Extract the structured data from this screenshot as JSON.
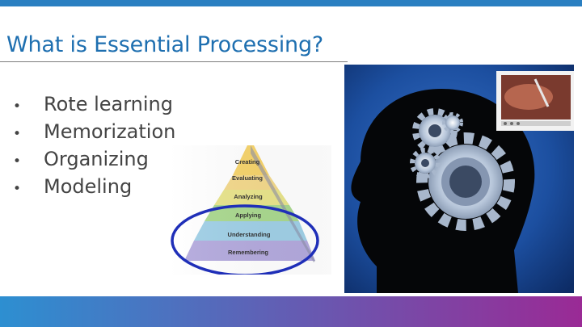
{
  "slide": {
    "title": "What is Essential Processing?",
    "bullets": [
      "Rote learning",
      "Memorization",
      "Organizing",
      "Modeling"
    ],
    "bullet_glyph": "•"
  },
  "pyramid": {
    "levels": [
      "Creating",
      "Evaluating",
      "Analyzing",
      "Applying",
      "Understanding",
      "Remembering"
    ],
    "highlight_levels": [
      "Understanding",
      "Remembering"
    ],
    "highlight_color": "#1f2fb8"
  },
  "colors": {
    "top_bar": "#2a7fc1",
    "title": "#1e6fb0",
    "bottom_gradient_start": "#2d8fd1",
    "bottom_gradient_end": "#9a2a95"
  }
}
